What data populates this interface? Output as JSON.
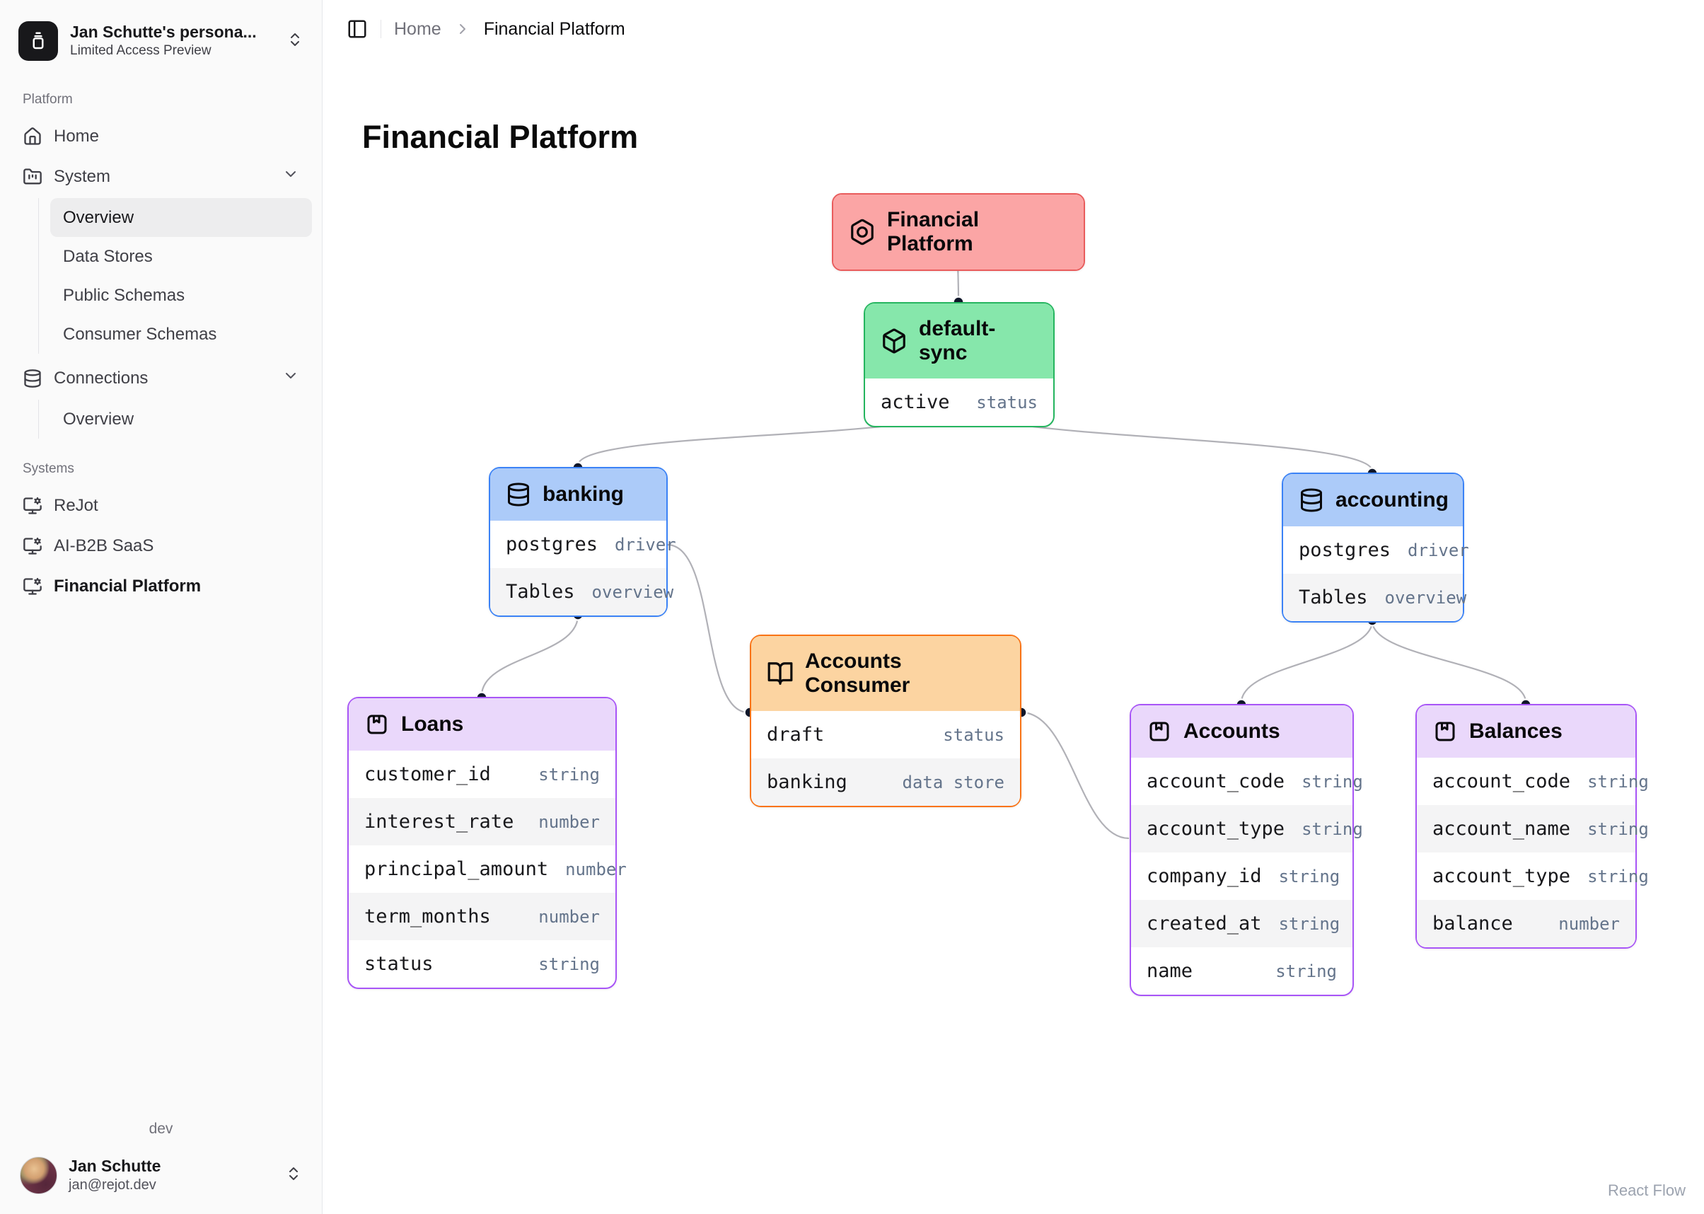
{
  "sidebar": {
    "workspace": {
      "name": "Jan Schutte's persona...",
      "plan": "Limited Access Preview"
    },
    "platform_label": "Platform",
    "home_label": "Home",
    "system": {
      "label": "System",
      "children": [
        "Overview",
        "Data Stores",
        "Public Schemas",
        "Consumer Schemas"
      ]
    },
    "connections": {
      "label": "Connections",
      "children": [
        "Overview"
      ]
    },
    "systems_label": "Systems",
    "systems": [
      {
        "label": "ReJot"
      },
      {
        "label": "AI-B2B SaaS"
      },
      {
        "label": "Financial Platform"
      }
    ],
    "env": "dev",
    "user": {
      "name": "Jan Schutte",
      "email": "jan@rejot.dev"
    }
  },
  "breadcrumb": {
    "home": "Home",
    "current": "Financial Platform"
  },
  "page": {
    "title": "Financial Platform"
  },
  "diagram": {
    "attribution": "React Flow",
    "colors": {
      "system_node": "#fba5a5",
      "system_border": "#e95c5c",
      "sync_node": "#86e7ab",
      "sync_border": "#25b55f",
      "datastore_node": "#accbf9",
      "datastore_border": "#3b82f6",
      "consumer_node": "#fcd4a1",
      "consumer_border": "#f97316",
      "table_node": "#ead8fb",
      "table_border": "#a855f7",
      "edge": "#b1b1b7",
      "handle": "#10172a"
    },
    "nodes": {
      "financial_platform": {
        "title": "Financial Platform"
      },
      "default_sync": {
        "title": "default-sync",
        "rows": [
          {
            "name": "active",
            "type": "status"
          }
        ]
      },
      "banking": {
        "title": "banking",
        "rows": [
          {
            "name": "postgres",
            "type": "driver"
          },
          {
            "name": "Tables",
            "type": "overview"
          }
        ]
      },
      "accounting": {
        "title": "accounting",
        "rows": [
          {
            "name": "postgres",
            "type": "driver"
          },
          {
            "name": "Tables",
            "type": "overview"
          }
        ]
      },
      "accounts_consumer": {
        "title": "Accounts Consumer",
        "rows": [
          {
            "name": "draft",
            "type": "status"
          },
          {
            "name": "banking",
            "type": "data store"
          }
        ]
      },
      "loans": {
        "title": "Loans",
        "rows": [
          {
            "name": "customer_id",
            "type": "string"
          },
          {
            "name": "interest_rate",
            "type": "number"
          },
          {
            "name": "principal_amount",
            "type": "number"
          },
          {
            "name": "term_months",
            "type": "number"
          },
          {
            "name": "status",
            "type": "string"
          }
        ]
      },
      "accounts": {
        "title": "Accounts",
        "rows": [
          {
            "name": "account_code",
            "type": "string"
          },
          {
            "name": "account_type",
            "type": "string"
          },
          {
            "name": "company_id",
            "type": "string"
          },
          {
            "name": "created_at",
            "type": "string"
          },
          {
            "name": "name",
            "type": "string"
          }
        ]
      },
      "balances": {
        "title": "Balances",
        "rows": [
          {
            "name": "account_code",
            "type": "string"
          },
          {
            "name": "account_name",
            "type": "string"
          },
          {
            "name": "account_type",
            "type": "string"
          },
          {
            "name": "balance",
            "type": "number"
          }
        ]
      }
    }
  }
}
